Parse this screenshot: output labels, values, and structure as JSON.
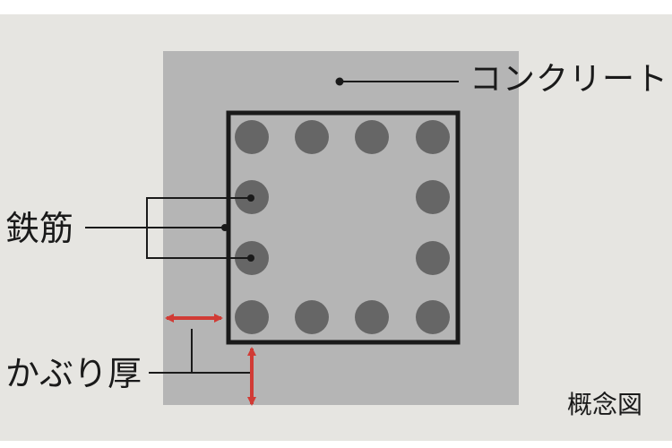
{
  "labels": {
    "concrete": "コンクリート",
    "rebar": "鉄筋",
    "cover": "かぶり厚",
    "concept": "概念図"
  },
  "colors": {
    "background": "#e6e5e1",
    "concrete": "#b5b5b5",
    "rebar_fill": "#666666",
    "stirrup": "#1a1a1a",
    "arrow": "#d13b35",
    "leader": "#1a1a1a"
  }
}
